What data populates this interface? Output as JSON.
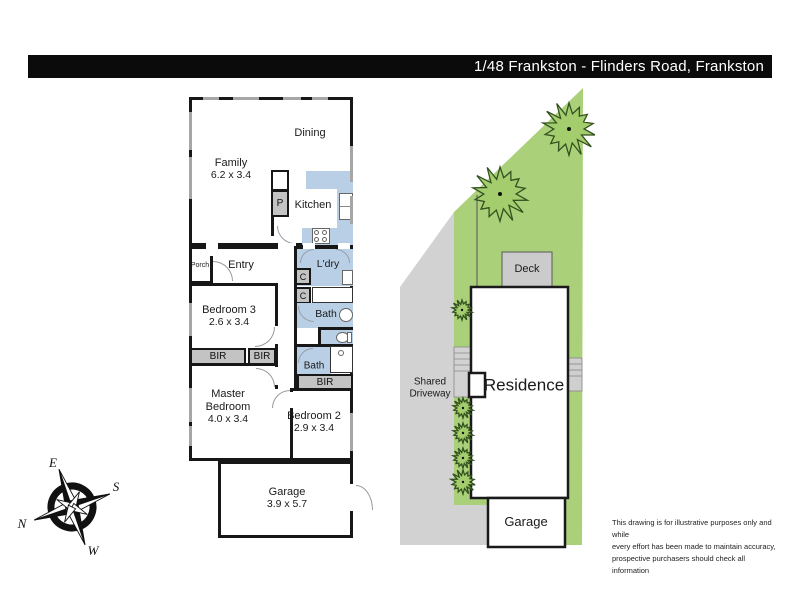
{
  "header": {
    "title": "1/48 Frankston - Flinders Road, Frankston"
  },
  "floorplan": {
    "rooms": {
      "dining": {
        "label": "Dining"
      },
      "family": {
        "label": "Family",
        "dims": "6.2 x 3.4"
      },
      "kitchen": {
        "label": "Kitchen"
      },
      "pantry": {
        "label": "P"
      },
      "porch": {
        "label": "Porch"
      },
      "entry": {
        "label": "Entry"
      },
      "laundry": {
        "label": "L'dry"
      },
      "cupboard1": {
        "label": "C"
      },
      "cupboard2": {
        "label": "C"
      },
      "bath1": {
        "label": "Bath"
      },
      "bedroom3": {
        "label": "Bedroom 3",
        "dims": "2.6 x 3.4"
      },
      "bir1": {
        "label": "BIR"
      },
      "bir2": {
        "label": "BIR"
      },
      "master": {
        "line1": "Master",
        "line2": "Bedroom",
        "dims": "4.0 x 3.4"
      },
      "bath2": {
        "label": "Bath"
      },
      "bir3": {
        "label": "BIR"
      },
      "bedroom2": {
        "label": "Bedroom 2",
        "dims": "2.9 x 3.4"
      },
      "garage": {
        "label": "Garage",
        "dims": "3.9 x 5.7"
      }
    }
  },
  "siteplan": {
    "deck": "Deck",
    "residence": "Residence",
    "garage": "Garage",
    "driveway_line1": "Shared",
    "driveway_line2": "Driveway"
  },
  "compass": {
    "n": "N",
    "s": "S",
    "e": "E",
    "w": "W"
  },
  "disclaimer": {
    "line1": "This drawing is for illustrative purposes only and while",
    "line2": "every effort has been made to maintain accuracy,",
    "line3": "prospective purchasers should check all information"
  },
  "colors": {
    "header_bg": "#0b0b0b",
    "wall": "#171717",
    "window": "#a6a6a6",
    "wet_area": "#b9cfe6",
    "cabinet_gray": "#c3c3c3",
    "lawn": "#abd07a",
    "driveway": "#d2d2d2",
    "deck_gray": "#cbcbcb"
  }
}
